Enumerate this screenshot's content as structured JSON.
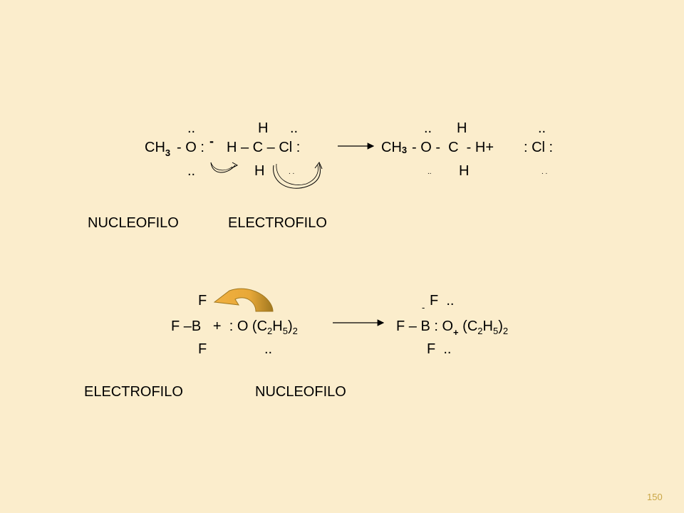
{
  "slide": {
    "page_number": "150",
    "reaction1": {
      "r_top_dots": "..",
      "r_top_H": "H",
      "r_top_dots2": "..",
      "ch3_main": "CH",
      "ch3_sub": "3",
      "oxygen": "- O :",
      "charge": "-",
      "hccl": "H – C – Cl :",
      "r_bot_dots": "..",
      "r_bot_H": "H",
      "r_bot_dots2": ". .",
      "p_top_dots": "..",
      "p_top_H": "H",
      "p_top_dots2": "..",
      "p_ch3_main": "CH",
      "p_ch3_sub": "3",
      "p_rest": "- O -  C  - H+",
      "p_cl": ": Cl :",
      "p_bot_dots": "..",
      "p_bot_H": "H",
      "p_bot_dots2": ". ."
    },
    "labels1": {
      "nucleophile": "NUCLEOFILO",
      "electrophile": "ELECTROFILO"
    },
    "reaction2": {
      "r_top_F": "F",
      "r_mid_left": "F –B   +  : O (C",
      "r_sub1": "2",
      "r_mid_H": "H",
      "r_sub2": "5",
      "r_close": ")",
      "r_sub3": "2",
      "r_bot_F": "F",
      "r_bot_dots": "..",
      "p_top_minus": "-",
      "p_top_F": "F  ..",
      "p_mid_left": "F – B : O",
      "p_plus": "+",
      "p_mid_right": " (C",
      "p_sub1": "2",
      "p_mid_H": "H",
      "p_sub2": "5",
      "p_close": ")",
      "p_sub3": "2",
      "p_bot_F": "F  .."
    },
    "labels2": {
      "electrophile": "ELECTROFILO",
      "nucleophile": "NUCLEOFILO"
    },
    "colors": {
      "background": "#fbedcc",
      "curved_arrow_fill_light": "#f0b040",
      "curved_arrow_fill_dark": "#a07820",
      "page_number": "#c9a646"
    }
  }
}
